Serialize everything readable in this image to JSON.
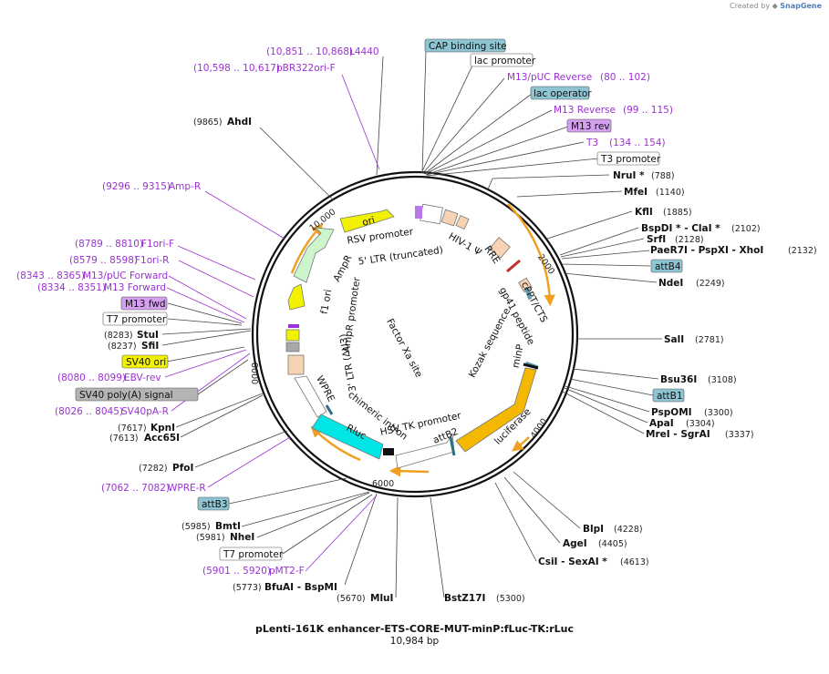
{
  "credit": {
    "prefix": "Created by",
    "brand": "SnapGene"
  },
  "plasmid": {
    "name": "pLenti-161K enhancer-ETS-CORE-MUT-minP:fLuc-TK:rLuc",
    "size_label": "10,984 bp"
  },
  "ticks": [
    "2000",
    "4000",
    "6000",
    "8000",
    "10,000"
  ],
  "colors": {
    "feature_purple": "#9b30d6",
    "enzyme_black": "#111111",
    "ori_yellow": "#f2f200",
    "luciferase_orange": "#f5b800",
    "rluc_cyan": "#00e5e5",
    "ampr_green": "#ccf5cc",
    "ltr_peach": "#f7d3b4",
    "attb_teal": "#8fc4d2",
    "m13_violet": "#d59ff0",
    "sv40_gray": "#b4b4b4"
  },
  "left_labels": [
    {
      "name": "(10,851 .. 10,868)",
      "label": "L4440",
      "kind": "purple"
    },
    {
      "name": "(10,598 .. 10,617)",
      "label": "pBR322ori-F",
      "kind": "purple"
    },
    {
      "name": "(9865)",
      "label": "AhdI",
      "kind": "enzyme"
    },
    {
      "name": "(9296 .. 9315)",
      "label": "Amp-R",
      "kind": "purple"
    },
    {
      "name": "(8789 .. 8810)",
      "label": "F1ori-F",
      "kind": "purple"
    },
    {
      "name": "(8579 .. 8598)",
      "label": "F1ori-R",
      "kind": "purple"
    },
    {
      "name": "(8343 .. 8365)",
      "label": "M13/pUC Forward",
      "kind": "purple"
    },
    {
      "name": "(8334 .. 8351)",
      "label": "M13 Forward",
      "kind": "purple"
    },
    {
      "name": "",
      "label": "M13 fwd",
      "kind": "box-violet"
    },
    {
      "name": "",
      "label": "T7 promoter",
      "kind": "box-white"
    },
    {
      "name": "(8283)",
      "label": "StuI",
      "kind": "enzyme"
    },
    {
      "name": "(8237)",
      "label": "SfiI",
      "kind": "enzyme"
    },
    {
      "name": "",
      "label": "SV40 ori",
      "kind": "box-yellow"
    },
    {
      "name": "(8080 .. 8099)",
      "label": "EBV-rev",
      "kind": "purple"
    },
    {
      "name": "",
      "label": "SV40 poly(A) signal",
      "kind": "box-gray"
    },
    {
      "name": "(8026 .. 8045)",
      "label": "SV40pA-R",
      "kind": "purple"
    },
    {
      "name": "(7617)",
      "label": "KpnI",
      "kind": "enzyme"
    },
    {
      "name": "(7613)",
      "label": "Acc65I",
      "kind": "enzyme"
    },
    {
      "name": "(7282)",
      "label": "PfoI",
      "kind": "enzyme"
    },
    {
      "name": "(7062 .. 7082)",
      "label": "WPRE-R",
      "kind": "purple"
    },
    {
      "name": "",
      "label": "attB3",
      "kind": "box-teal"
    },
    {
      "name": "(5985)",
      "label": "BmtI",
      "kind": "enzyme"
    },
    {
      "name": "(5981)",
      "label": "NheI",
      "kind": "enzyme"
    },
    {
      "name": "",
      "label": "T7 promoter",
      "kind": "box-white"
    },
    {
      "name": "(5901 .. 5920)",
      "label": "pMT2-F",
      "kind": "purple"
    },
    {
      "name": "(5773)",
      "label": "BfuAI  -  BspMI",
      "kind": "enzyme"
    },
    {
      "name": "(5670)",
      "label": "MluI",
      "kind": "enzyme"
    },
    {
      "name": "(5300)",
      "label": "BstZ17I",
      "kind": "enzyme"
    }
  ],
  "right_labels": [
    {
      "label": "CAP binding site",
      "num": "",
      "kind": "box-teal"
    },
    {
      "label": "lac promoter",
      "num": "",
      "kind": "box-white"
    },
    {
      "label": "M13/pUC Reverse",
      "num": "(80 .. 102)",
      "kind": "purple"
    },
    {
      "label": "lac operator",
      "num": "",
      "kind": "box-teal"
    },
    {
      "label": "M13 Reverse",
      "num": "(99 .. 115)",
      "kind": "purple"
    },
    {
      "label": "M13 rev",
      "num": "",
      "kind": "box-violet"
    },
    {
      "label": "T3",
      "num": "(134 .. 154)",
      "kind": "purple"
    },
    {
      "label": "T3 promoter",
      "num": "",
      "kind": "box-white"
    },
    {
      "label": "NruI *",
      "num": "(788)",
      "kind": "enzyme"
    },
    {
      "label": "MfeI",
      "num": "(1140)",
      "kind": "enzyme"
    },
    {
      "label": "KflI",
      "num": "(1885)",
      "kind": "enzyme"
    },
    {
      "label": "BspDI *  -  ClaI *",
      "num": "(2102)",
      "kind": "enzyme"
    },
    {
      "label": "SrfI",
      "num": "(2128)",
      "kind": "enzyme"
    },
    {
      "label": "PaeR7I  -  PspXI  -  XhoI",
      "num": "(2132)",
      "kind": "enzyme"
    },
    {
      "label": "attB4",
      "num": "",
      "kind": "box-teal"
    },
    {
      "label": "NdeI",
      "num": "(2249)",
      "kind": "enzyme"
    },
    {
      "label": "SalI",
      "num": "(2781)",
      "kind": "enzyme"
    },
    {
      "label": "Bsu36I",
      "num": "(3108)",
      "kind": "enzyme"
    },
    {
      "label": "attB1",
      "num": "",
      "kind": "box-teal"
    },
    {
      "label": "PspOMI",
      "num": "(3300)",
      "kind": "enzyme"
    },
    {
      "label": "ApaI",
      "num": "(3304)",
      "kind": "enzyme"
    },
    {
      "label": "MreI  -  SgrAI",
      "num": "(3337)",
      "kind": "enzyme"
    },
    {
      "label": "BlpI",
      "num": "(4228)",
      "kind": "enzyme"
    },
    {
      "label": "AgeI",
      "num": "(4405)",
      "kind": "enzyme"
    },
    {
      "label": "CsiI  -  SexAI *",
      "num": "(4613)",
      "kind": "enzyme"
    }
  ],
  "inner_features": [
    "ori",
    "RSV promoter",
    "5' LTR (truncated)",
    "HIV-1 Ψ",
    "RRE",
    "cPPT/CTS",
    "gp41 peptide",
    "AmpR",
    "AmpR promoter",
    "f1 ori",
    "3' LTR (ΔU3)",
    "Factor Xa site",
    "Kozak sequence",
    "minP",
    "luciferase",
    "attB2",
    "HSV TK promoter",
    "chimeric intron",
    "Rluc",
    "WPRE"
  ]
}
